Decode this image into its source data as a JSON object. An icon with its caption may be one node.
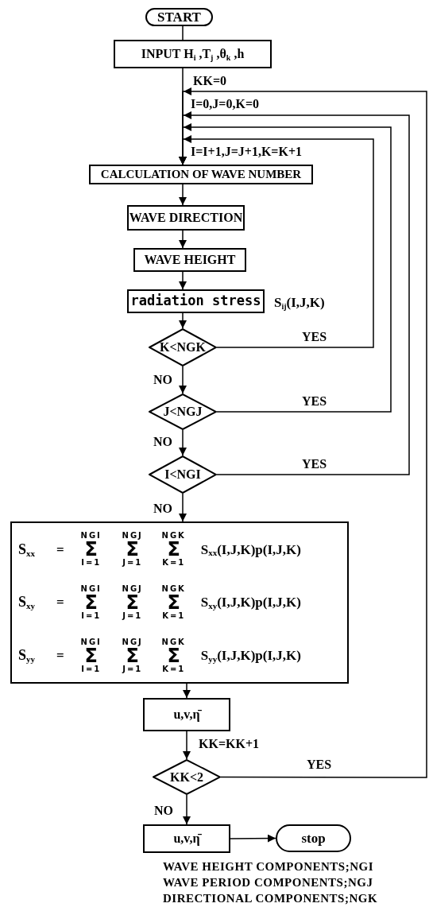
{
  "diagram": {
    "nodes": [
      {
        "text": [
          "START"
        ]
      },
      {
        "text": [
          "INPUT H$_{i}$ ,T$_{j}$ ,θ$_{k}$ ,h"
        ]
      },
      {
        "text": [
          "CALCULATION OF WAVE NUMBER"
        ]
      },
      {
        "text": [
          "WAVE DIRECTION"
        ]
      },
      {
        "text": [
          "WAVE HEIGHT"
        ]
      },
      {
        "text": [
          "radiation stress"
        ],
        "beside": [
          "S$_{ij}$(I,J,K)"
        ]
      },
      {
        "text": [
          "K<NGK"
        ]
      },
      {
        "text": [
          "J<NGJ"
        ]
      },
      {
        "text": [
          "I<NGI"
        ]
      },
      {
        "text": [
          "S$_{xx}$",
          "=",
          "NGI",
          "Σ",
          "I=1",
          "NGJ",
          "Σ",
          "J=1",
          "NGK",
          "Σ",
          "K=1",
          "S$_{xx}$(I,J,K)p(I,J,K)",
          "S$_{xy}$",
          "=",
          "NGI",
          "Σ",
          "I=1",
          "NGJ",
          "Σ",
          "J=1",
          "NGK",
          "Σ",
          "K=1",
          "S$_{xy}$(I,J,K)p(I,J,K)",
          "S$_{yy}$",
          "=",
          "NGI",
          "Σ",
          "I=1",
          "NGJ",
          "Σ",
          "J=1",
          "NGK",
          "Σ",
          "K=1",
          "S$_{yy}$(I,J,K)p(I,J,K)"
        ]
      },
      {
        "text": [
          "u,v,η̄"
        ]
      },
      {
        "text": [
          "KK<2"
        ]
      },
      {
        "text": [
          "u,v,η̄"
        ]
      },
      {
        "text": [
          "stop"
        ]
      }
    ],
    "edges": [
      {
        "from": 0,
        "to": 1,
        "arrow": "none"
      },
      {
        "from": 1,
        "to": 2,
        "arrow": "to"
      },
      {
        "from": 2,
        "to": 3,
        "arrow": "to"
      },
      {
        "from": 3,
        "to": 4,
        "arrow": "to"
      },
      {
        "from": 4,
        "to": 5,
        "arrow": "to"
      },
      {
        "from": 5,
        "to": 6,
        "arrow": "to"
      },
      {
        "from": 6,
        "to": 7,
        "arrow": "to",
        "label": "NO"
      },
      {
        "from": 7,
        "to": 8,
        "arrow": "to",
        "label": "NO"
      },
      {
        "from": 8,
        "to": 9,
        "arrow": "to",
        "label": "NO"
      },
      {
        "from": 9,
        "to": 10,
        "arrow": "to"
      },
      {
        "from": 10,
        "to": 11,
        "arrow": "to",
        "label": "KK=KK+1"
      },
      {
        "from": 11,
        "to": 12,
        "arrow": "to",
        "label": "NO"
      },
      {
        "from": 12,
        "to": 13,
        "arrow": "to"
      },
      {
        "from": 6,
        "to": 2,
        "arrow": "to",
        "label": "YES"
      },
      {
        "from": 7,
        "to": 2,
        "arrow": "to",
        "label": "YES"
      },
      {
        "from": 8,
        "to": 2,
        "arrow": "to",
        "label": "YES"
      },
      {
        "from": 11,
        "to": 2,
        "arrow": "to",
        "label": "YES"
      }
    ],
    "labels": [
      "KK=0",
      "I=0,J=0,K=0",
      "I=I+1,J=J+1,K=K+1",
      "WAVE HEIGHT COMPONENTS;NGI",
      "WAVE PERIOD COMPONENTS;NGJ",
      "DIRECTIONAL COMPONENTS;NGK"
    ]
  }
}
